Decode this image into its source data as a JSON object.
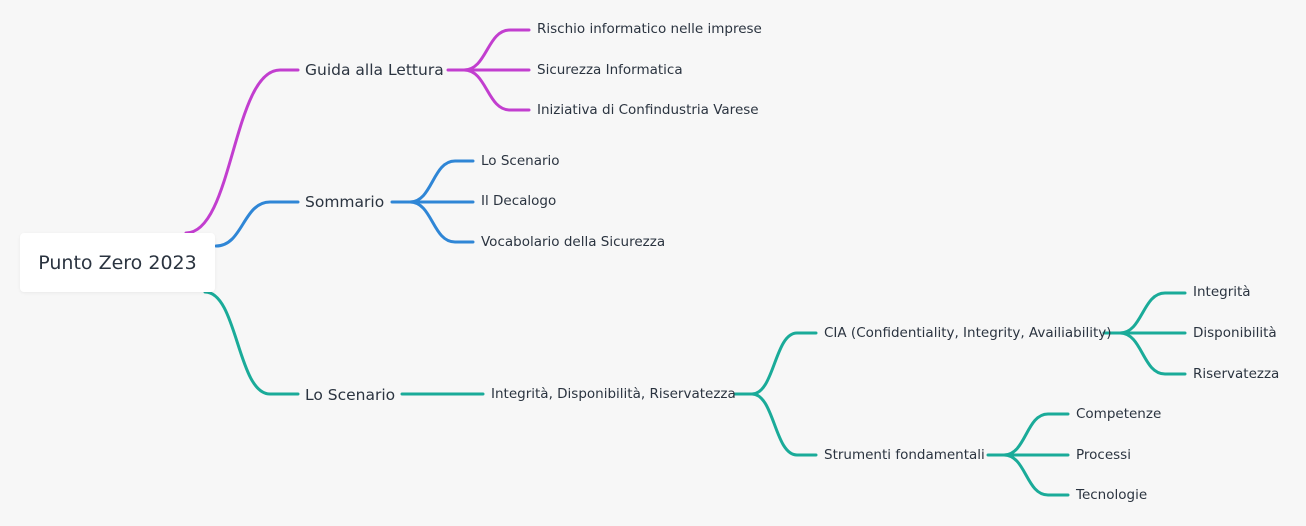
{
  "root": {
    "label": "Punto Zero 2023"
  },
  "colors": {
    "purple": "#c23ecf",
    "blue": "#2f86d6",
    "teal": "#1aab99",
    "text": "#2b3440",
    "background": "#f7f7f7"
  },
  "branches": [
    {
      "label": "Guida alla Lettura",
      "color": "#c23ecf",
      "children": [
        "Rischio informatico nelle imprese",
        "Sicurezza Informatica",
        "Iniziativa di Confindustria Varese"
      ]
    },
    {
      "label": "Sommario",
      "color": "#2f86d6",
      "children": [
        "Lo Scenario",
        "Il Decalogo",
        "Vocabolario della Sicurezza"
      ]
    },
    {
      "label": "Lo Scenario",
      "color": "#1aab99",
      "child": "Integrità, Disponibilità, Riservatezza",
      "sub": [
        {
          "label": "CIA (Confidentiality, Integrity, Availiability)",
          "children": [
            "Integrità",
            "Disponibilità",
            "Riservatezza"
          ]
        },
        {
          "label": "Strumenti fondamentali",
          "children": [
            "Competenze",
            "Processi",
            "Tecnologie"
          ]
        }
      ]
    }
  ]
}
